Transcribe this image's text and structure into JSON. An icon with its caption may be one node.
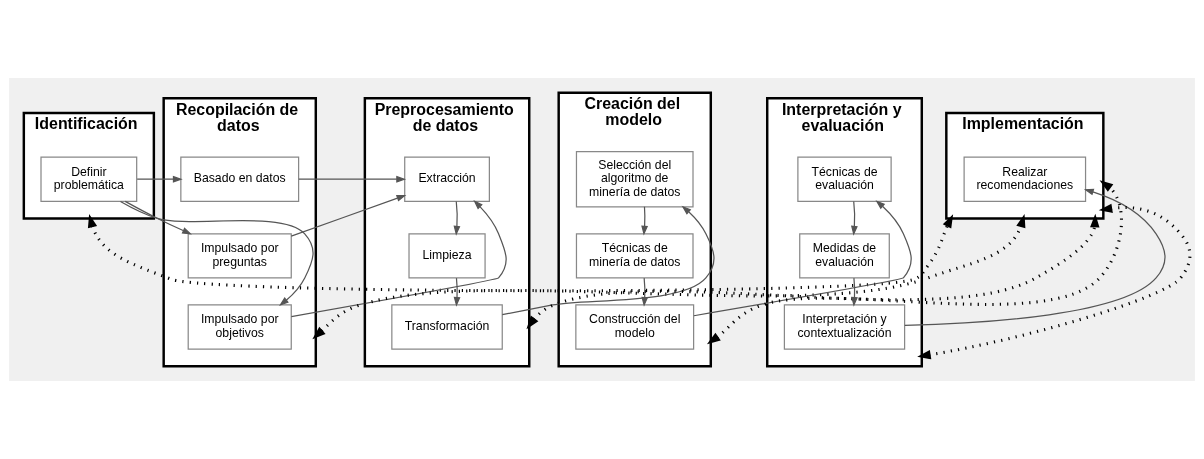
{
  "diagram": {
    "nodes": [
      {
        "text": [
          "Identificación"
        ]
      },
      {
        "text": [
          "Definir problemática"
        ],
        "in": 0
      },
      {
        "text": [
          "Recopilación de datos"
        ]
      },
      {
        "text": [
          "Basado en datos"
        ],
        "in": 2
      },
      {
        "text": [
          "Impulsado por preguntas"
        ],
        "in": 2
      },
      {
        "text": [
          "Impulsado por objetivos"
        ],
        "in": 2
      },
      {
        "text": [
          "Preprocesamiento de datos"
        ]
      },
      {
        "text": [
          "Extracción"
        ],
        "in": 6
      },
      {
        "text": [
          "Limpieza"
        ],
        "in": 6
      },
      {
        "text": [
          "Transformación"
        ],
        "in": 6
      },
      {
        "text": [
          "Creación del modelo"
        ]
      },
      {
        "text": [
          "Selección del algoritmo de minería de datos"
        ],
        "in": 10
      },
      {
        "text": [
          "Técnicas de minería de datos"
        ],
        "in": 10
      },
      {
        "text": [
          "Construcción del modelo"
        ],
        "in": 10
      },
      {
        "text": [
          "Interpretación y evaluación"
        ]
      },
      {
        "text": [
          "Técnicas de evaluación"
        ],
        "in": 14
      },
      {
        "text": [
          "Medidas de evaluación"
        ],
        "in": 14
      },
      {
        "text": [
          "Interpretación y contextualización"
        ],
        "in": 14
      },
      {
        "text": [
          "Implementación"
        ]
      },
      {
        "text": [
          "Realizar recomendaciones"
        ],
        "in": 18
      }
    ],
    "edges": [
      {
        "from": 1,
        "to": 3,
        "arrow": "to"
      },
      {
        "from": 1,
        "to": 4,
        "arrow": "to"
      },
      {
        "from": 1,
        "to": 5,
        "arrow": "to"
      },
      {
        "from": 3,
        "to": 7,
        "arrow": "to"
      },
      {
        "from": 4,
        "to": 7,
        "arrow": "to"
      },
      {
        "from": 5,
        "to": 7,
        "arrow": "to"
      },
      {
        "from": 7,
        "to": 8,
        "arrow": "to"
      },
      {
        "from": 8,
        "to": 9,
        "arrow": "to"
      },
      {
        "from": 9,
        "to": 11,
        "arrow": "to"
      },
      {
        "from": 11,
        "to": 12,
        "arrow": "to"
      },
      {
        "from": 12,
        "to": 13,
        "arrow": "to"
      },
      {
        "from": 13,
        "to": 15,
        "arrow": "to"
      },
      {
        "from": 15,
        "to": 16,
        "arrow": "to"
      },
      {
        "from": 16,
        "to": 17,
        "arrow": "to"
      },
      {
        "from": 17,
        "to": 19,
        "arrow": "to"
      },
      {
        "from": 0,
        "to": 18,
        "arrow": "both",
        "style": "dashed"
      },
      {
        "from": 2,
        "to": 18,
        "arrow": "both",
        "style": "dashed"
      },
      {
        "from": 6,
        "to": 18,
        "arrow": "both",
        "style": "dashed"
      },
      {
        "from": 10,
        "to": 18,
        "arrow": "both",
        "style": "dashed"
      },
      {
        "from": 14,
        "to": 18,
        "arrow": "both",
        "style": "dashed"
      }
    ]
  }
}
